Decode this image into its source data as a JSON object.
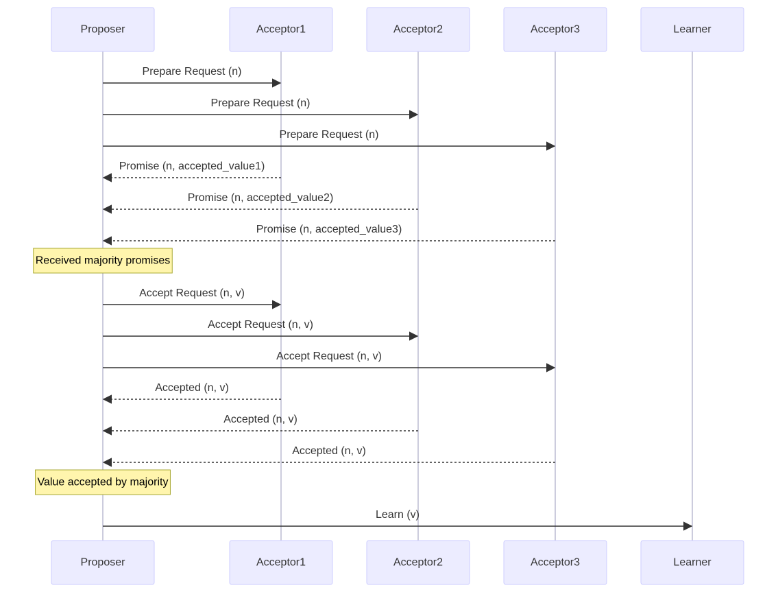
{
  "diagram": {
    "type": "sequence",
    "participants": [
      "Proposer",
      "Acceptor1",
      "Acceptor2",
      "Acceptor3",
      "Learner"
    ],
    "steps": [
      {
        "kind": "message",
        "from": "Proposer",
        "to": "Acceptor1",
        "label": "Prepare Request (n)",
        "style": "solid"
      },
      {
        "kind": "message",
        "from": "Proposer",
        "to": "Acceptor2",
        "label": "Prepare Request (n)",
        "style": "solid"
      },
      {
        "kind": "message",
        "from": "Proposer",
        "to": "Acceptor3",
        "label": "Prepare Request (n)",
        "style": "solid"
      },
      {
        "kind": "message",
        "from": "Acceptor1",
        "to": "Proposer",
        "label": "Promise (n, accepted_value1)",
        "style": "dashed"
      },
      {
        "kind": "message",
        "from": "Acceptor2",
        "to": "Proposer",
        "label": "Promise (n, accepted_value2)",
        "style": "dashed"
      },
      {
        "kind": "message",
        "from": "Acceptor3",
        "to": "Proposer",
        "label": "Promise (n, accepted_value3)",
        "style": "dashed"
      },
      {
        "kind": "note",
        "over": "Proposer",
        "text": "Received majority promises"
      },
      {
        "kind": "message",
        "from": "Proposer",
        "to": "Acceptor1",
        "label": "Accept Request (n, v)",
        "style": "solid"
      },
      {
        "kind": "message",
        "from": "Proposer",
        "to": "Acceptor2",
        "label": "Accept Request (n, v)",
        "style": "solid"
      },
      {
        "kind": "message",
        "from": "Proposer",
        "to": "Acceptor3",
        "label": "Accept Request (n, v)",
        "style": "solid"
      },
      {
        "kind": "message",
        "from": "Acceptor1",
        "to": "Proposer",
        "label": "Accepted (n, v)",
        "style": "dashed"
      },
      {
        "kind": "message",
        "from": "Acceptor2",
        "to": "Proposer",
        "label": "Accepted (n, v)",
        "style": "dashed"
      },
      {
        "kind": "message",
        "from": "Acceptor3",
        "to": "Proposer",
        "label": "Accepted (n, v)",
        "style": "dashed"
      },
      {
        "kind": "note",
        "over": "Proposer",
        "text": "Value accepted by majority"
      },
      {
        "kind": "message",
        "from": "Proposer",
        "to": "Learner",
        "label": "Learn (v)",
        "style": "solid"
      }
    ]
  },
  "colors": {
    "actor_fill": "#ececff",
    "actor_stroke": "#ccccff",
    "note_fill": "#fff5ad",
    "note_stroke": "#aaaa33",
    "line": "#333333"
  }
}
